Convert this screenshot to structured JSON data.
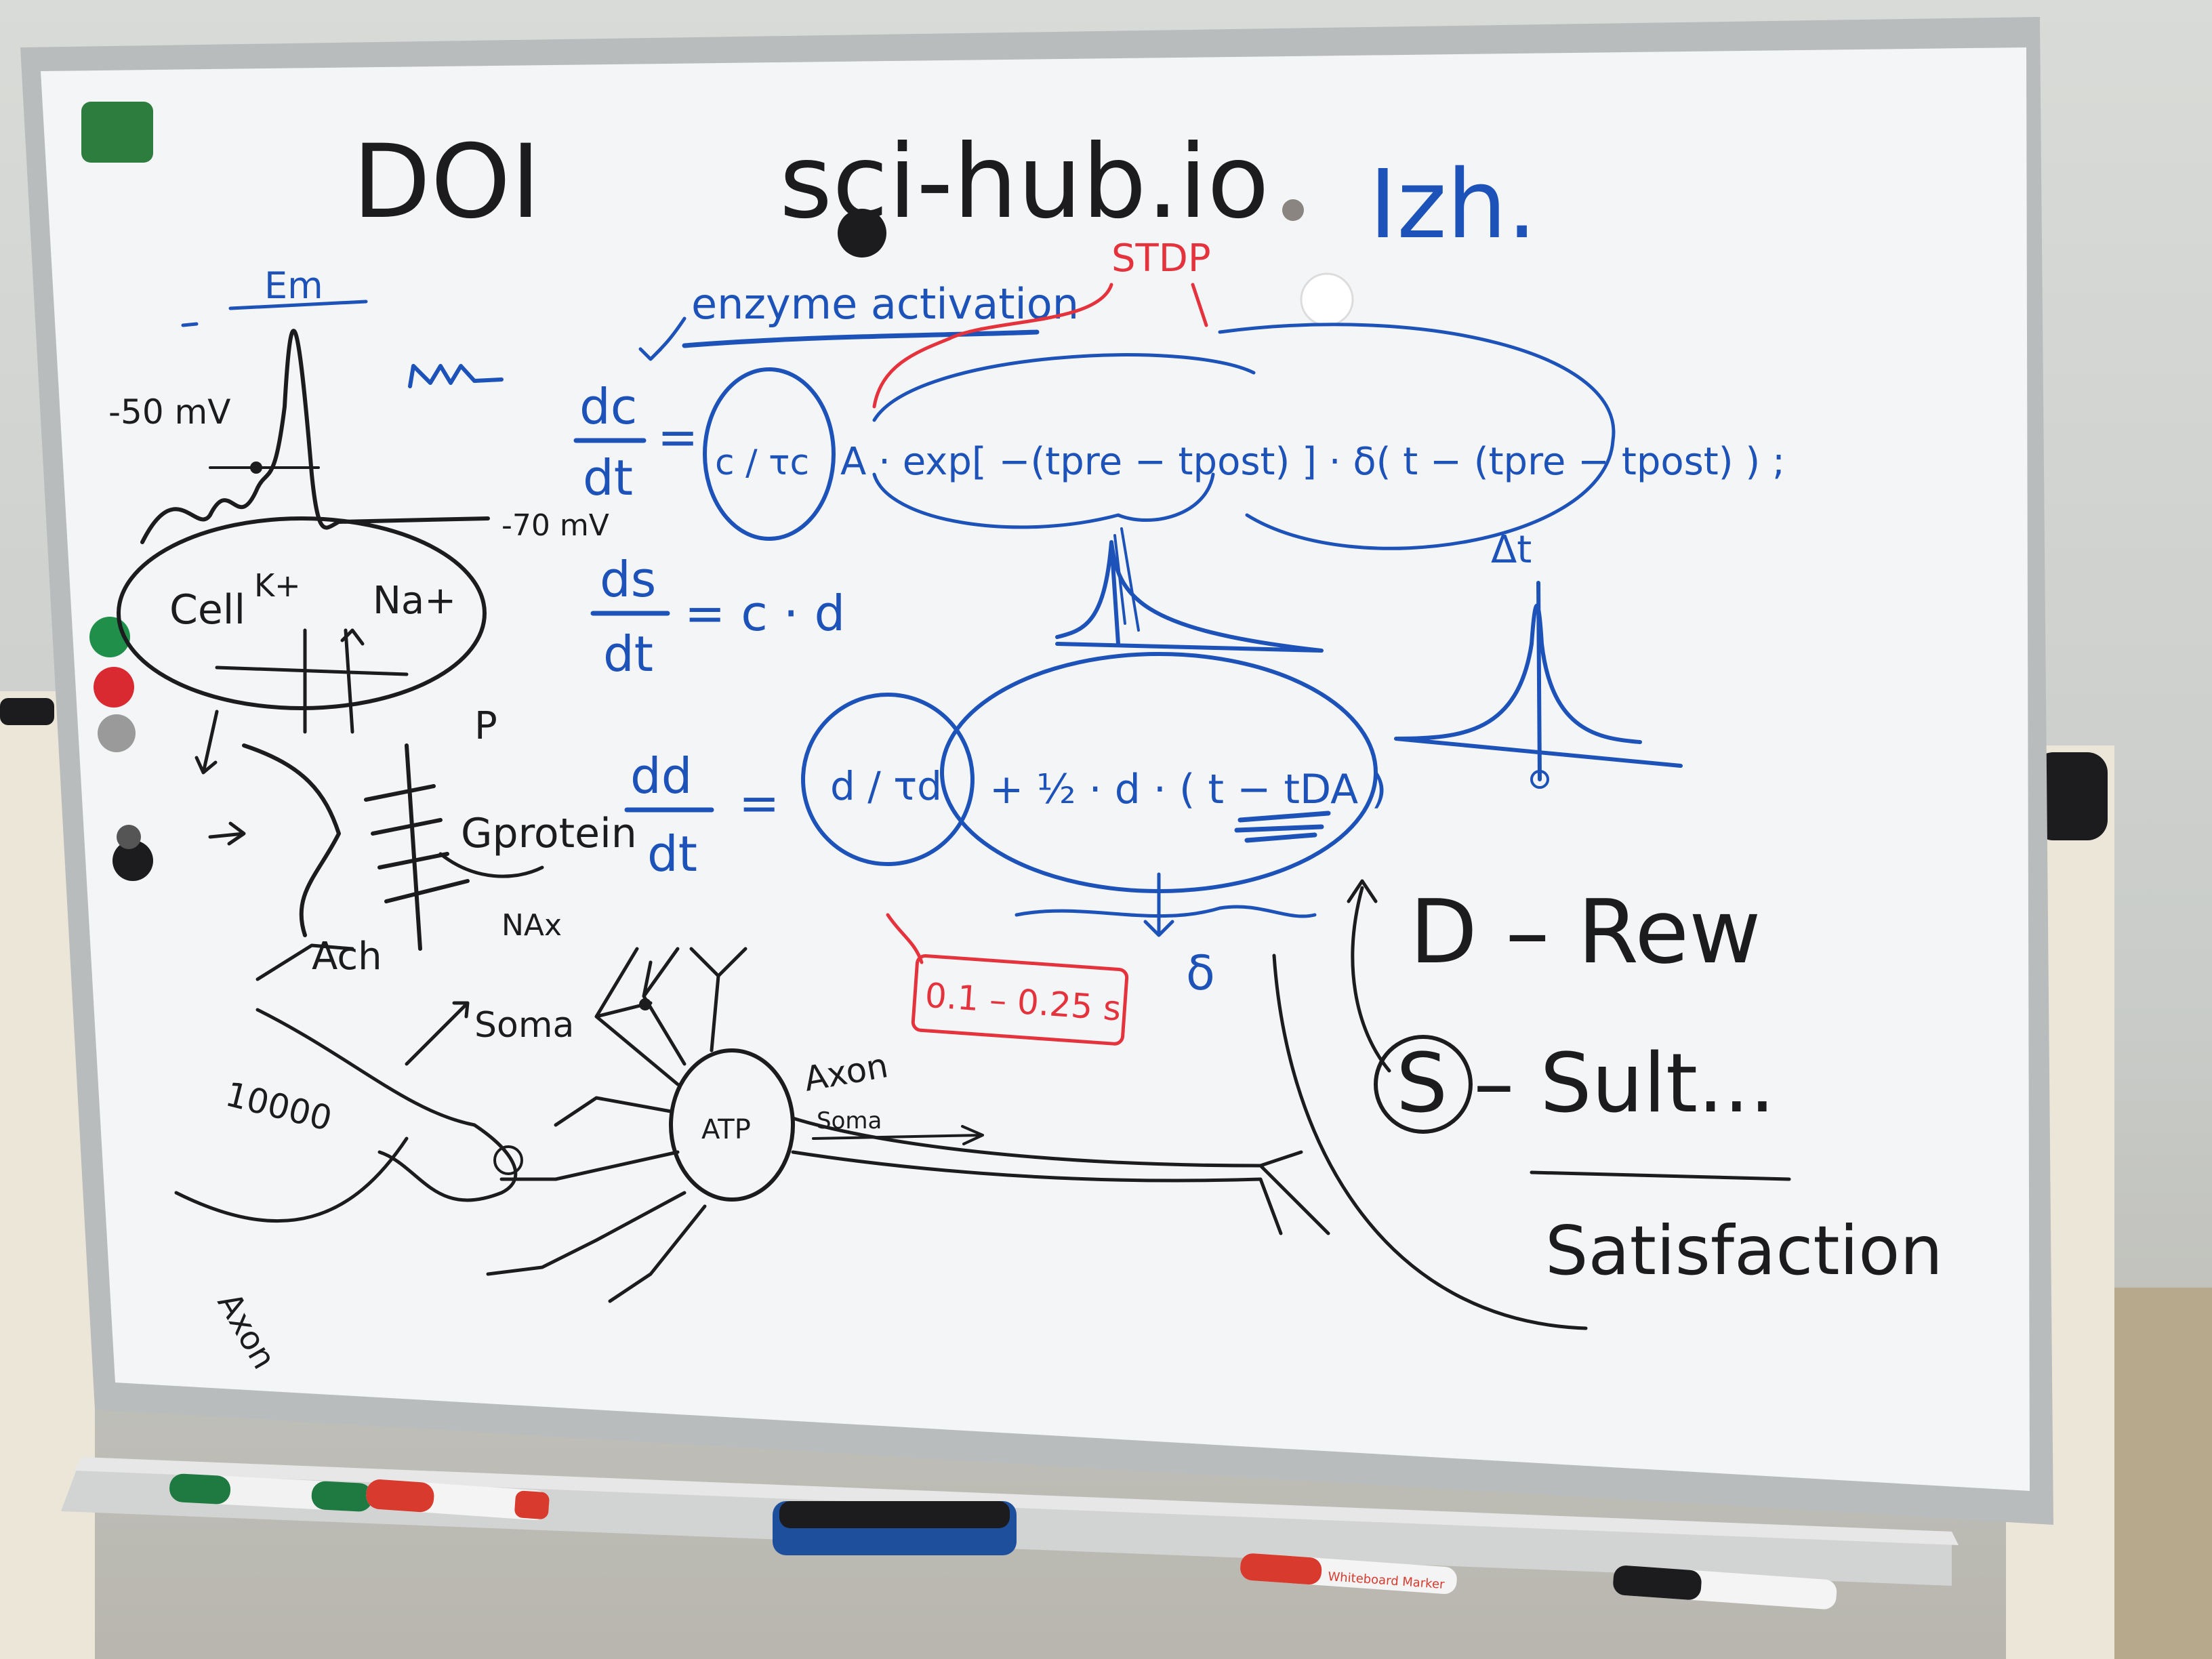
{
  "header": {
    "doi": "DOI",
    "scihub": "sci-hub.io",
    "izh": "Izh."
  },
  "left_panel": {
    "em_label": "Em",
    "mv_high": "-50 mV",
    "mv_low": "-70 mV",
    "cell": "Cell",
    "k_ion": "K+",
    "na_ion": "Na+",
    "p_label": "P",
    "gprotein": "Gprotein",
    "ach": "Ach",
    "nax": "NAx",
    "soma_top": "Soma",
    "count": "10000",
    "atp": "ATP",
    "axon": "Axon",
    "soma_axon": "Soma",
    "corner_note": "Axon"
  },
  "equations": {
    "enzyme": "enzyme activation",
    "stdp": "STDP",
    "dc": "dc",
    "dt": "dt",
    "eq": "=",
    "c_over_tau": "c / τc",
    "exp_term": "A · exp[ −(tpre − tpost) ] · δ( t − (tpre − tpost) ) ;",
    "delta_t": "Δt",
    "ds": "ds",
    "ds_rhs": "= c · d",
    "dd": "dd",
    "d_over_tau": "d / τd",
    "half_term": "+ ½ · d · ( t − tDA )",
    "range": "0.1 – 0.25 s",
    "delta_low": "δ"
  },
  "right_panel": {
    "d_reward": "D – Rew",
    "s_result": "S – Sult...",
    "satisfaction": "Satisfaction"
  },
  "tray": {
    "marker_red_label": "Whiteboard Marker"
  },
  "colors": {
    "ink_black": "#1c1c1f",
    "ink_blue": "#1d52b8",
    "ink_red": "#e5333d",
    "board": "#f3f5f6",
    "frame": "#b9bcbd"
  }
}
